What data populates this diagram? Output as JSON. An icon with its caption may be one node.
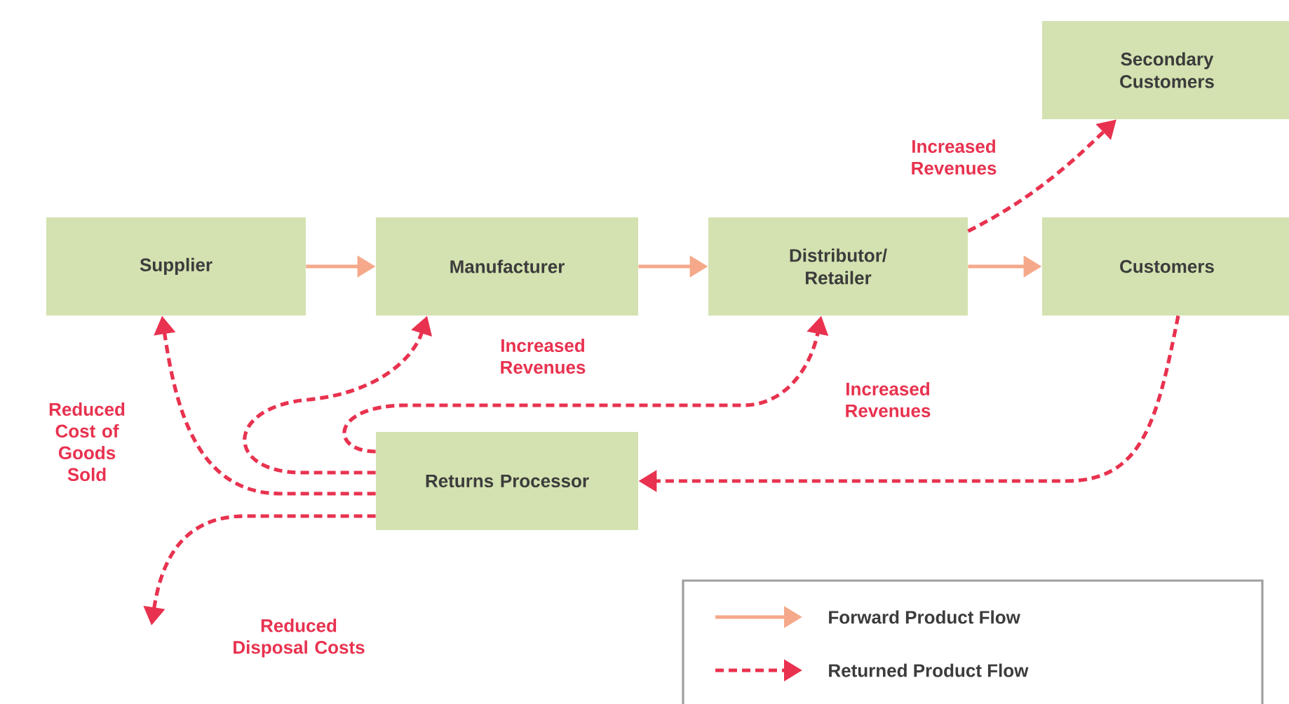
{
  "diagram": {
    "nodes": [
      {
        "text": [
          "Supplier"
        ]
      },
      {
        "text": [
          "Manufacturer"
        ]
      },
      {
        "text": [
          "Distributor/ Retailer"
        ]
      },
      {
        "text": [
          "Secondary Customers"
        ]
      },
      {
        "text": [
          "Customers"
        ]
      },
      {
        "text": [
          "Returns Processor"
        ]
      }
    ],
    "edges": [
      {
        "from": 0,
        "to": 1,
        "arrow": "to",
        "color": "#f5a98a"
      },
      {
        "from": 1,
        "to": 2,
        "arrow": "to",
        "color": "#f5a98a"
      },
      {
        "from": 2,
        "to": 4,
        "arrow": "to",
        "color": "#f5a98a"
      },
      {
        "from": 2,
        "to": 3,
        "arrow": "to",
        "style": "dashed",
        "label": "Increased Revenues"
      },
      {
        "from": 4,
        "to": 5,
        "arrow": "to",
        "style": "dashed"
      },
      {
        "from": 5,
        "to": 0,
        "arrow": "to",
        "style": "dashed",
        "label": "Reduced Cost of Goods Sold"
      },
      {
        "from": 5,
        "to": 1,
        "arrow": "to",
        "style": "dashed",
        "label": "Increased Revenues"
      },
      {
        "from": 5,
        "to": 2,
        "arrow": "to",
        "style": "dashed",
        "label": "Increased Revenues"
      },
      {
        "from": 5,
        "to": null,
        "arrow": "to",
        "style": "dashed",
        "label": "Reduced Disposal Costs"
      }
    ],
    "legend": [
      {
        "text": "Forward Product Flow"
      },
      {
        "text": "Returned Product Flow"
      }
    ]
  }
}
